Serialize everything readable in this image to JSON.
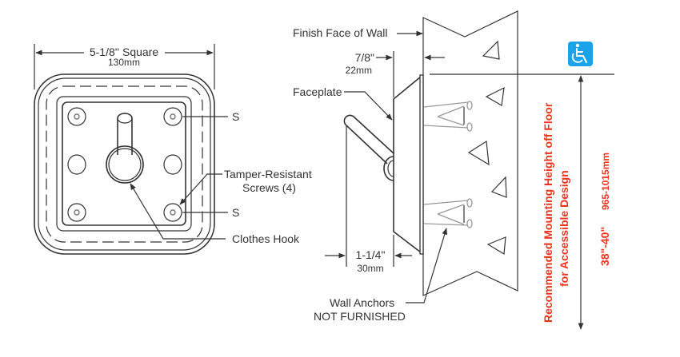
{
  "front_view": {
    "width_dim": "5-1/8'' Square",
    "width_dim_metric": "130mm",
    "screw_label_top": "S",
    "screw_label_bottom": "S",
    "tamper_label_line1": "Tamper-Resistant",
    "tamper_label_line2": "Screws (4)",
    "hook_label": "Clothes Hook"
  },
  "side_view": {
    "wall_label": "Finish Face of Wall",
    "depth_dim": "7/8\"",
    "depth_dim_metric": "22mm",
    "faceplate_label": "Faceplate",
    "projection_dim": "1-1/4\"",
    "projection_dim_metric": "30mm",
    "anchors_label_line1": "Wall Anchors",
    "anchors_label_line2": "NOT FURNISHED"
  },
  "mounting": {
    "icon": "wheelchair-accessibility-icon",
    "icon_color": "#1aa3e8",
    "text_color": "#f0321f",
    "label_line1": "Recommended Mounting Height off Floor",
    "label_line2": "for Accessible Design",
    "height_imperial": "38\"-40\"",
    "height_metric": "965-1015mm"
  }
}
